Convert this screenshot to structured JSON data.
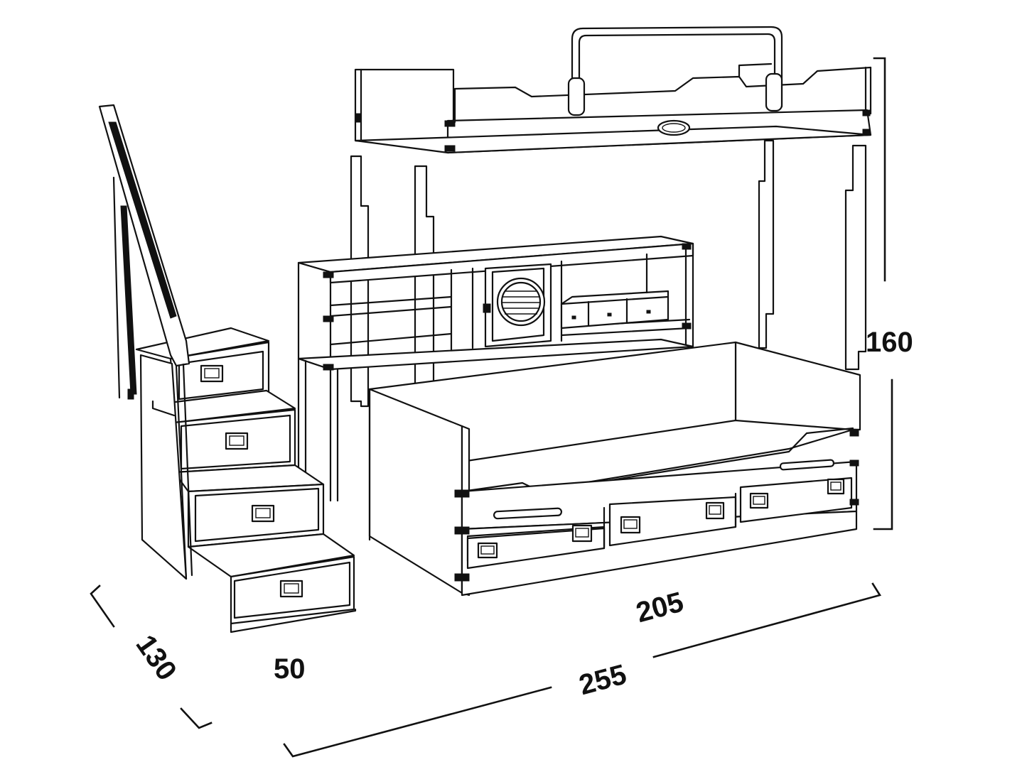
{
  "dimensions": {
    "height": "160",
    "bed_length": "205",
    "total_length": "255",
    "depth": "130",
    "stairs_width": "50"
  },
  "colors": {
    "line": "#111111",
    "background": "#ffffff",
    "accent_fittings": "#111111"
  },
  "icons": {
    "drawer_handle": "cup-handle-icon",
    "porthole": "porthole-icon",
    "corner_bracket": "brass-corner-icon"
  }
}
